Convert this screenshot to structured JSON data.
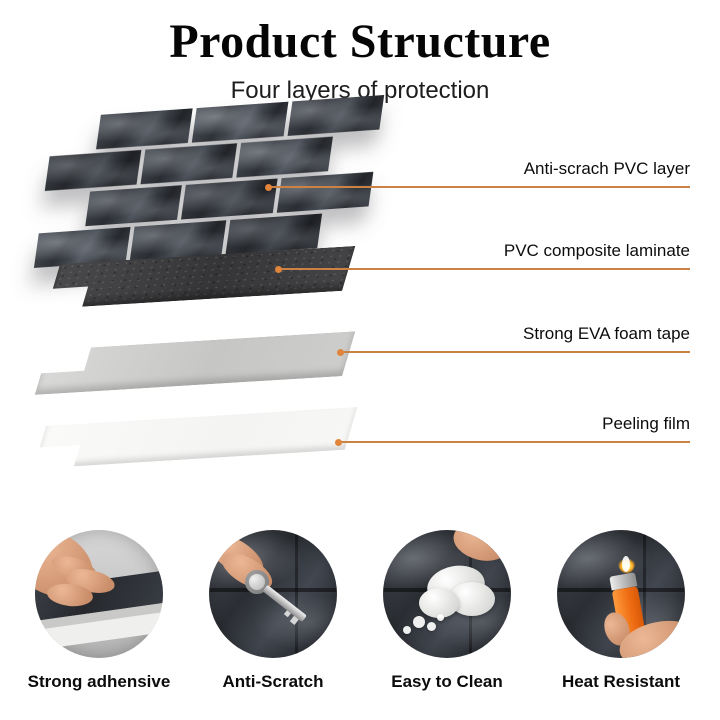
{
  "header": {
    "title": "Product Structure",
    "subtitle": "Four layers of protection"
  },
  "callouts": [
    {
      "label": "Anti-scrach PVC layer"
    },
    {
      "label": "PVC composite laminate"
    },
    {
      "label": "Strong EVA foam tape"
    },
    {
      "label": "Peeling film"
    }
  ],
  "features": [
    {
      "caption": "Strong adhensive"
    },
    {
      "caption": "Anti-Scratch"
    },
    {
      "caption": "Easy to Clean"
    },
    {
      "caption": "Heat Resistant"
    }
  ],
  "colors": {
    "accent_orange": "#E0853B",
    "callout_line": "#CC8145",
    "tile_dark": "#33373C",
    "laminate_gray": "#414143",
    "foam_gray": "#C6C6C4",
    "film_white": "#F4F4F2"
  }
}
